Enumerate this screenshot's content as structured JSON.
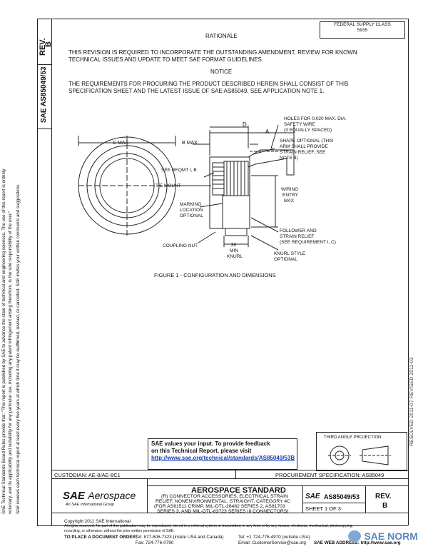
{
  "side": {
    "rev_label": "REV.",
    "rev_value": "B",
    "doc_number": "SAE AS85049/53",
    "disclaimer_lines": [
      "SAE Technical Standards Board Rules provide that: \"This report is published by SAE to advance the state of technical and engineering sciences. The use of this report is entirely",
      "voluntary, and its applicability and suitability for any particular use, including any patent infringement arising therefrom, is the sole responsibility of the user.\"",
      "SAE reviews each technical report at least every five years at which time it may be reaffirmed, revised, or cancelled. SAE invites your written comments and suggestions."
    ],
    "right_vertical": "RESOLVED 2011-07    REVISED 2011-03"
  },
  "header": {
    "rationale_title": "RATIONALE",
    "stamp_line1": "FEDERAL SUPPLY CLASS",
    "stamp_line2": "5935",
    "rationale_text": [
      "THIS REVISION IS REQUIRED TO INCORPORATE THE OUTSTANDING AMENDMENT, REVIEW FOR KNOWN",
      "TECHNICAL ISSUES AND UPDATE TO MEET SAE FORMAT GUIDELINES."
    ],
    "notice_title": "NOTICE",
    "notice_text": [
      "THE REQUIREMENTS FOR PROCURING THE PRODUCT DESCRIBED HEREIN SHALL CONSIST OF THIS",
      "SPECIFICATION SHEET AND THE LATEST ISSUE OF SAE AS85049.  SEE APPLICATION NOTE 1."
    ]
  },
  "figure": {
    "labels": {
      "c_max": "C MAX",
      "b_max": "B MAX",
      "a": "A",
      "d": "D",
      "holes": [
        "HOLES FOR 0.020 MAX. DIA.",
        "SAFETY WIRE",
        "(3 EQUALLY SPACED)"
      ],
      "shape": [
        "SHAPE OPTIONAL (THIS",
        "ARM SHALL PROVIDE",
        "STRAIN RELIEF, SEE",
        "NOTE 4)"
      ],
      "see_reqmt": "SEE REQMT I, B",
      "tie_mount": "TIE MOUNT",
      "marking": [
        "MARKING",
        "LOCATION",
        "OPTIONAL"
      ],
      "wiring": [
        "WIRING",
        "ENTRY",
        "MAX"
      ],
      "follower": [
        "FOLLOWER AND",
        "STRAIN RELIEF",
        "(SEE REQUIREMENT I, C)"
      ],
      "coupling_nut": "COUPLING NUT",
      "knurl_dim": [
        ".39",
        "MIN",
        "KNURL"
      ],
      "knurl_style": [
        "KNURL STYLE",
        "OPTIONAL"
      ]
    },
    "caption": "FIGURE 1 - CONFIGURATION AND DIMENSIONS"
  },
  "feedback": {
    "line1": "SAE values your input. To provide feedback",
    "line2": "on this Technical Report, please visit",
    "link": "http://www.sae.org/technical/standards/AS85049/53B"
  },
  "projection": {
    "label": "THIRD ANGLE PROJECTION"
  },
  "title_block": {
    "custodian": "CUSTODIAN: AE-8/AE-8C1",
    "procurement": "PROCUREMENT SPECIFICATION:  AS85049",
    "logo_sae": "SAE",
    "logo_aerospace": "Aerospace",
    "logo_sub": "An SAE International Group",
    "standard_title": "AEROSPACE STANDARD",
    "description": [
      "(R) CONNECTOR ACCESSORIES, ELECTRICAL STRAIN",
      "RELIEF, NONENVIRONMENTAL, STRAIGHT, CATEGORY 4C",
      "(FOR AS81511 CRIMP, MIL-DTL-26482 SERIES 2, AS81703",
      "SERIES 3, AND MIL-DTL-83723 SERIES III CONNECTORS)"
    ],
    "doc_sae": "SAE",
    "doc_number": "AS85049/53",
    "sheet": "SHEET 1 OF 3",
    "rev_label": "REV.",
    "rev_value": "B"
  },
  "footer": {
    "copyright": "Copyright 2011 SAE International",
    "rights": "All rights reserved. No part of this publication may be reproduced, stored in a retrieval system or transmitted, in any form or by any means, electronic, mechanical, photocopying,",
    "rights2": "recording, or otherwise, without the prior written permission of SAE.",
    "order_label": "TO PLACE A DOCUMENT ORDER:",
    "tel": "Tel:  877-606-7323 (inside USA and Canada)",
    "tel_intl": "Tel:  +1 724-776-4970 (outside USA)",
    "fax": "Fax:  724-776-0790",
    "email": "Email:  CustomerService@sae.org",
    "web": "SAE WEB ADDRESS:  http://www.sae.org",
    "watermark": "SAE NORM"
  }
}
